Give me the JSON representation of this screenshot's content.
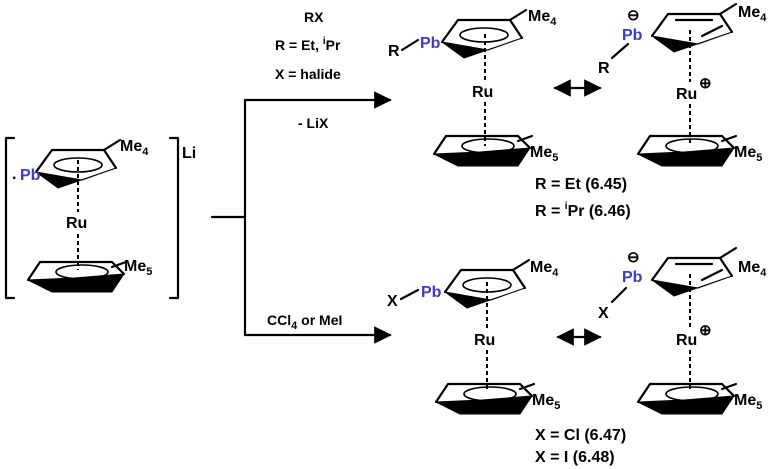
{
  "atoms": {
    "pb": "Pb",
    "ru": "Ru",
    "me": "Me",
    "me4_sub": "4",
    "me5_sub": "5",
    "li": "Li"
  },
  "lone_pair": "·",
  "substituents": {
    "r": "R",
    "x": "X"
  },
  "charges": {
    "minus": "⊖",
    "plus": "⊕"
  },
  "reaction_top": {
    "reagent": "RX",
    "r_def_prefix": "R = Et, ",
    "r_def_sup": "i",
    "r_def_suffix": "Pr",
    "x_def": "X = halide",
    "byproduct": "- LiX"
  },
  "reaction_bottom": {
    "reagent_prefix": "CCl",
    "reagent_sub": "4",
    "reagent_suffix": " or  MeI"
  },
  "products_top": {
    "line1": "R = Et (6.45)",
    "line2_prefix": "R = ",
    "line2_sup": "i",
    "line2_suffix": "Pr (6.46)"
  },
  "products_bottom": {
    "line1": "X = Cl (6.47)",
    "line2": "X = I (6.48)"
  },
  "colors": {
    "lead": "#3b3bc8",
    "ink": "#000000"
  }
}
